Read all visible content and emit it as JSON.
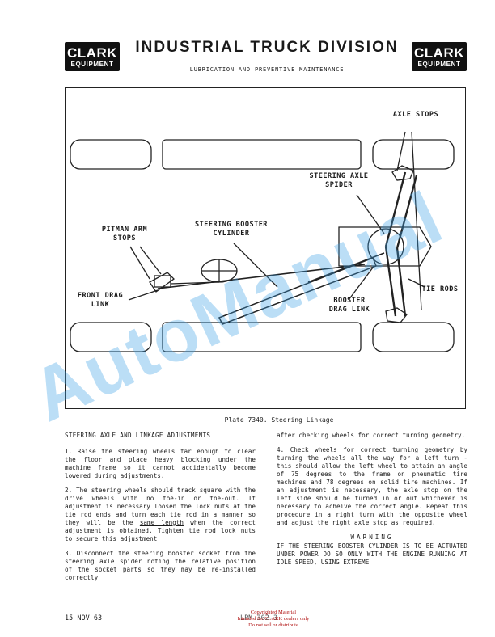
{
  "header": {
    "logo": {
      "line1": "CLARK",
      "line2": "EQUIPMENT"
    },
    "title": "INDUSTRIAL TRUCK DIVISION",
    "subtitle": "LUBRICATION AND PREVENTIVE MAINTENANCE"
  },
  "figure": {
    "labels": {
      "axle_stops": "AXLE STOPS",
      "steering_axle_spider": "STEERING AXLE\nSPIDER",
      "steering_booster_cylinder": "STEERING BOOSTER\nCYLINDER",
      "pitman_arm_stops": "PITMAN ARM\nSTOPS",
      "front_drag_link": "FRONT DRAG\nLINK",
      "tie_rods": "TIE RODS",
      "booster_drag_link": "BOOSTER\nDRAG LINK"
    },
    "caption": "Plate 7340.  Steering Linkage"
  },
  "left_column": {
    "heading": "STEERING AXLE AND LINKAGE ADJUSTMENTS",
    "para1": "1. Raise the steering wheels far enough to clear the floor and place heavy blocking under the machine frame so it cannot accidentally become lowered during adjustments.",
    "para2_a": "2. The steering wheels should track square with the drive wheels with no toe-in or toe-out. If adjustment is necessary loosen the lock nuts at the tie rod ends and turn each tie rod in a manner so they will be the",
    "para2_u": "same length",
    "para2_b": "when the correct adjustment is obtained. Tighten tie rod lock nuts to secure this adjustment.",
    "para3": "3. Disconnect the steering booster socket from the steering axle spider noting the relative position of the socket parts so they may be re-installed correctly"
  },
  "right_column": {
    "para3_cont": "after checking wheels for correct turning geometry.",
    "para4": "4. Check wheels for correct turning geometry by turning the wheels all the way for a left turn - this should allow the left wheel to attain an angle of 75 degrees to the frame on pneumatic tire machines and 78 degrees on solid tire machines. If an adjustment is necessary, the axle stop on the left side should be turned in or out whichever is necessary to acheive the correct angle. Repeat this procedure in a right turn with the opposite wheel and adjust the right axle stop as required.",
    "warning_heading": "WARNING",
    "warning_text": "IF THE STEERING BOOSTER CYLINDER IS TO BE ACTUATED UNDER POWER DO SO ONLY WITH THE ENGINE RUNNING AT IDLE SPEED, USING EXTREME"
  },
  "footer": {
    "date": "15 NOV 63",
    "code": "LPM-302-3",
    "copyright": "Copyrighted Material\nIntended for CLARK dealers only\nDo not sell or distribute"
  },
  "watermark": "AutoManual"
}
